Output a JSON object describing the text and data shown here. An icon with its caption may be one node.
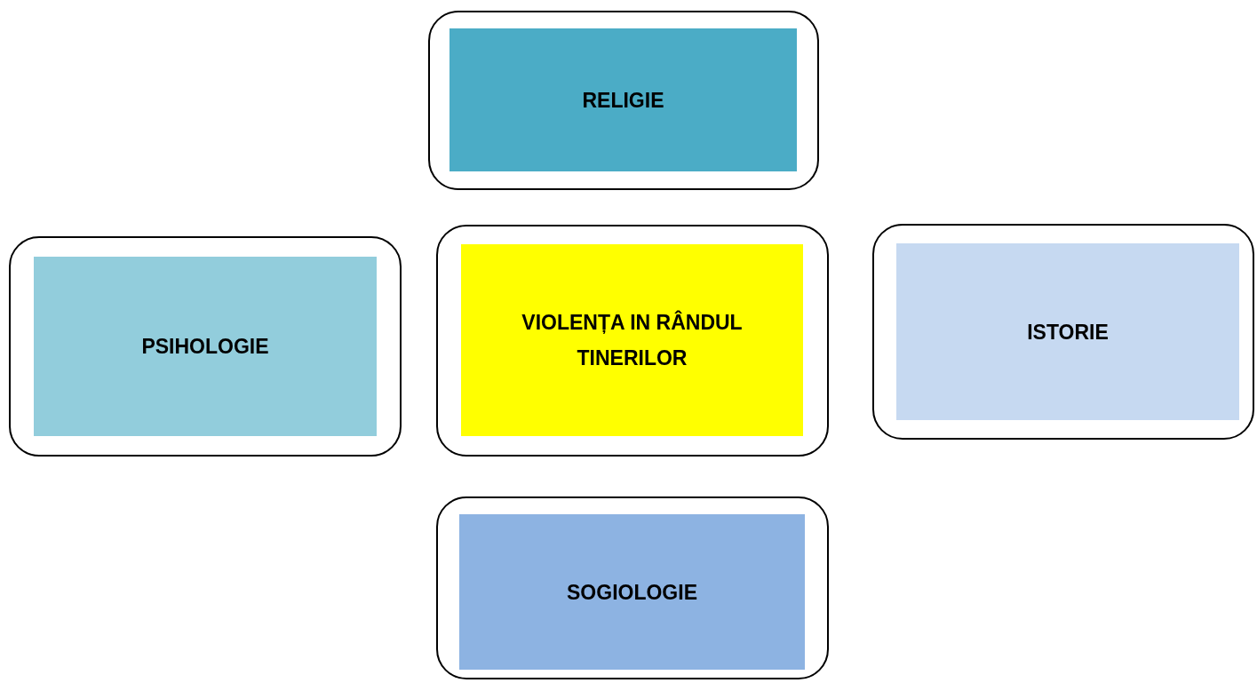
{
  "diagram": {
    "nodes": [
      {
        "text": [
          "RELIGIE"
        ]
      },
      {
        "text": [
          "PSIHOLOGIE"
        ]
      },
      {
        "text": [
          "VIOLENȚA IN RÂNDUL TINERILOR"
        ]
      },
      {
        "text": [
          "ISTORIE"
        ]
      },
      {
        "text": [
          "SOGIOLOGIE"
        ]
      }
    ]
  }
}
